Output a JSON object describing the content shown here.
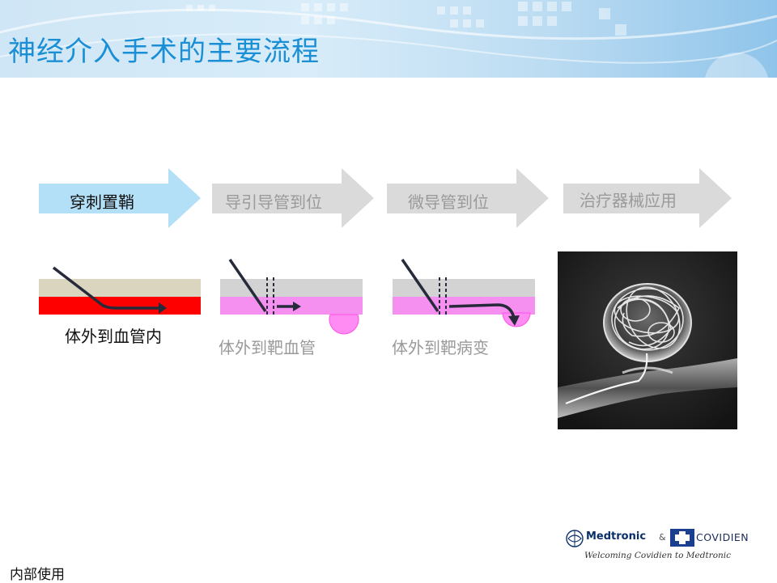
{
  "header": {
    "title": "神经介入手术的主要流程"
  },
  "steps": [
    {
      "label": "穿刺置鞘",
      "active": true,
      "color": "#b3e0f7",
      "text_color": "#111111"
    },
    {
      "label": "导引导管到位",
      "active": false,
      "color": "#dadada",
      "text_color": "#9a9a9a"
    },
    {
      "label": "微导管到位",
      "active": false,
      "color": "#dadada",
      "text_color": "#9a9a9a"
    },
    {
      "label": "治疗器械应用",
      "active": false,
      "color": "#dadada",
      "text_color": "#9a9a9a"
    }
  ],
  "captions": [
    {
      "text": "体外到血管内",
      "color": "#111111"
    },
    {
      "text": "体外到靶血管",
      "color": "#9a9a9a"
    },
    {
      "text": "体外到靶病变",
      "color": "#9a9a9a"
    }
  ],
  "colors": {
    "title": "#1a8fd6",
    "tissue": "#dad5bf",
    "vessel": "#ff0000",
    "target_layer": "#d3d3d3",
    "target_vessel": "#f58ff0",
    "lesion": "#ff8cf2",
    "catheter": "#262a3a"
  },
  "footer": {
    "note": "内部使用",
    "logo": {
      "medtronic": "Medtronic",
      "ampersand": "&",
      "covidien": "COVIDIEN",
      "tagline": "Welcoming Covidien to Medtronic"
    }
  }
}
